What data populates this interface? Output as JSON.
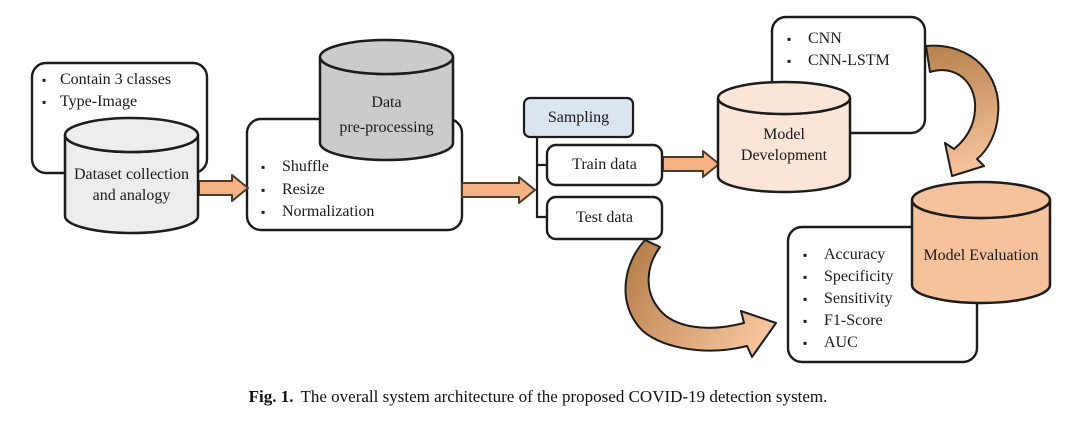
{
  "caption": {
    "label": "Fig. 1.",
    "text": "The overall system architecture of the proposed COVID-19 detection system."
  },
  "diagram": {
    "dataset_box": {
      "items": [
        "Contain 3 classes",
        "Type-Image"
      ]
    },
    "dataset_cylinder": {
      "line1": "Dataset collection",
      "line2": "and analogy"
    },
    "preprocessing_cylinder": {
      "line1": "Data",
      "line2": "pre-processing"
    },
    "preprocessing_box": {
      "items": [
        "Shuffle",
        "Resize",
        "Normalization"
      ]
    },
    "sampling_box": {
      "label": "Sampling"
    },
    "train_box": {
      "label": "Train data"
    },
    "test_box": {
      "label": "Test data"
    },
    "models_box": {
      "items": [
        "CNN",
        "CNN-LSTM"
      ]
    },
    "model_dev_cylinder": {
      "line1": "Model",
      "line2": "Development"
    },
    "model_eval_cylinder": {
      "label": "Model Evaluation"
    },
    "metrics_box": {
      "items": [
        "Accuracy",
        "Specificity",
        "Sensitivity",
        "F1-Score",
        "AUC"
      ]
    }
  },
  "colors": {
    "outline": "#1c1c1c",
    "box_fill": "#ffffff",
    "arrow_fill": "#f4b183",
    "arrow_outline": "#4a3b2a",
    "dataset_cylinder_fill": "#ededed",
    "preprocessing_cylinder_fill": "#cbcbcb",
    "model_dev_cylinder_fill": "#fbe5d6",
    "model_eval_cylinder_fill": "#f5c29c",
    "sampling_fill": "#dbe5f1",
    "curved_arrow_dark": "#b9834f",
    "curved_arrow_light": "#f7c59d"
  }
}
